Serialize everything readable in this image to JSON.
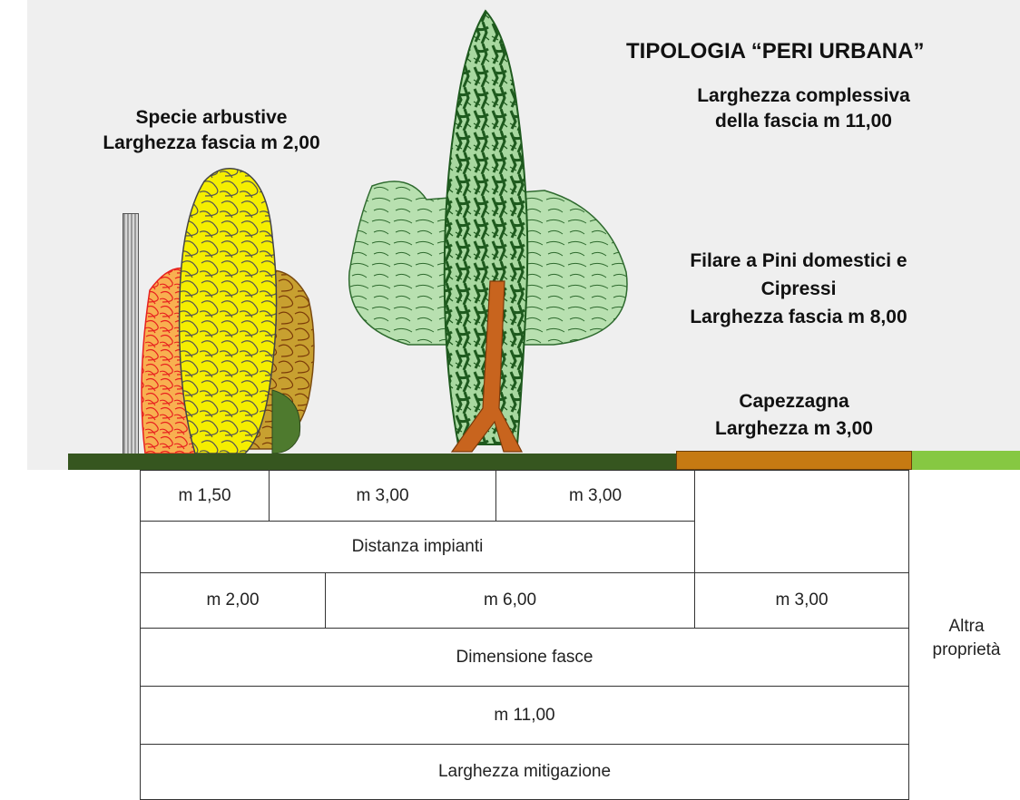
{
  "title": "TIPOLOGIA “PERI URBANA”",
  "total_width": [
    "Larghezza complessiva",
    "della fascia m 11,00"
  ],
  "shrubs_label": [
    "Specie arbustive",
    "Larghezza fascia m 2,00"
  ],
  "trees_label": [
    "Filare a Pini domestici e",
    "Cipressi",
    "Larghezza fascia m 8,00"
  ],
  "capezzagna_label": [
    "Capezzagna",
    "Larghezza m 3,00"
  ],
  "table": {
    "row1": [
      "m 1,50",
      "m 3,00",
      "m 3,00"
    ],
    "row2": "Distanza impianti",
    "row3": [
      "m 2,00",
      "m 6,00",
      "m 3,00"
    ],
    "row4": "Dimensione fasce",
    "row5": "m 11,00",
    "row6": "Larghezza mitigazione"
  },
  "altra": [
    "Altra",
    "proprietà"
  ],
  "colors": {
    "background": "#efefef",
    "ground": "#36561f",
    "capezzagna": "#c67a12",
    "altra_ground": "#86c842",
    "shrub_yellow": "#f5ee00",
    "shrub_red": "#f0501e",
    "shrub_orange": "#c6781e",
    "tree_dark": "#1e5a1e",
    "tree_light": "#a8d8a0",
    "trunk": "#c8641e"
  }
}
